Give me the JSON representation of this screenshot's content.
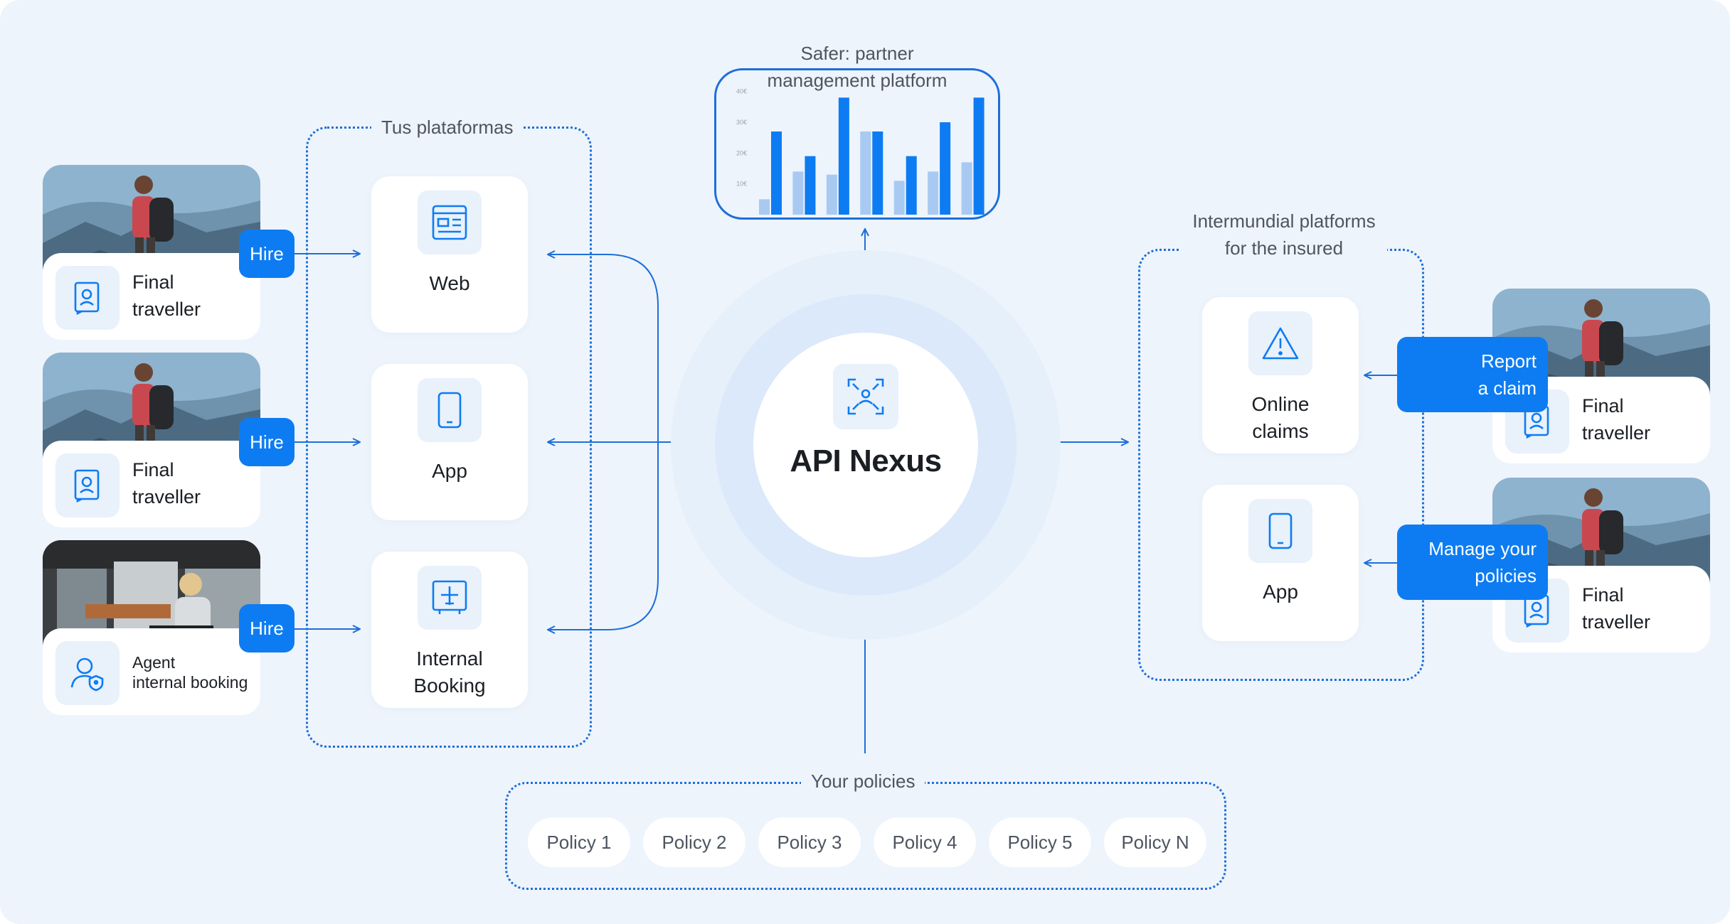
{
  "groups": {
    "your_platforms": "Tus plataformas",
    "intermundial_line1": "Intermundial platforms",
    "intermundial_line2": "for the insured",
    "policies_title": "Your policies",
    "chart_title_line1": "Safer: partner",
    "chart_title_line2": "management platform"
  },
  "left_travellers": [
    {
      "line1": "Final",
      "line2": "traveller",
      "action": "Hire"
    },
    {
      "line1": "Final",
      "line2": "traveller",
      "action": "Hire"
    },
    {
      "line1": "Agent",
      "line2": "internal booking",
      "action": "Hire"
    }
  ],
  "your_platforms": [
    {
      "line1": "Web",
      "line2": ""
    },
    {
      "line1": "App",
      "line2": ""
    },
    {
      "line1": "Internal",
      "line2": "Booking"
    }
  ],
  "hub": {
    "name": "API Nexus"
  },
  "intermundial_platforms": [
    {
      "line1": "Online",
      "line2": "claims"
    },
    {
      "line1": "App",
      "line2": ""
    }
  ],
  "right_travellers": [
    {
      "line1": "Final",
      "line2": "traveller",
      "action_line1": "Report",
      "action_line2": "a claim"
    },
    {
      "line1": "Final",
      "line2": "traveller",
      "action_line1": "Manage your",
      "action_line2": "policies"
    }
  ],
  "policies": [
    "Policy 1",
    "Policy 2",
    "Policy 3",
    "Policy 4",
    "Policy 5",
    "Policy N"
  ],
  "chart_data": {
    "type": "bar",
    "ytick_labels": [
      "40€",
      "30€",
      "20€",
      "10€"
    ],
    "ylim": [
      0,
      45
    ],
    "series": [
      {
        "values": [
          5,
          14,
          13,
          27,
          11,
          14,
          17
        ]
      },
      {
        "values": [
          27,
          19,
          38,
          27,
          19,
          30,
          38
        ]
      }
    ],
    "colors": [
      "#a8caf2",
      "#0d7cf2"
    ]
  },
  "colors": {
    "accent": "#0d7cf2",
    "line": "#1d6fd9",
    "background": "#eef4fb"
  }
}
